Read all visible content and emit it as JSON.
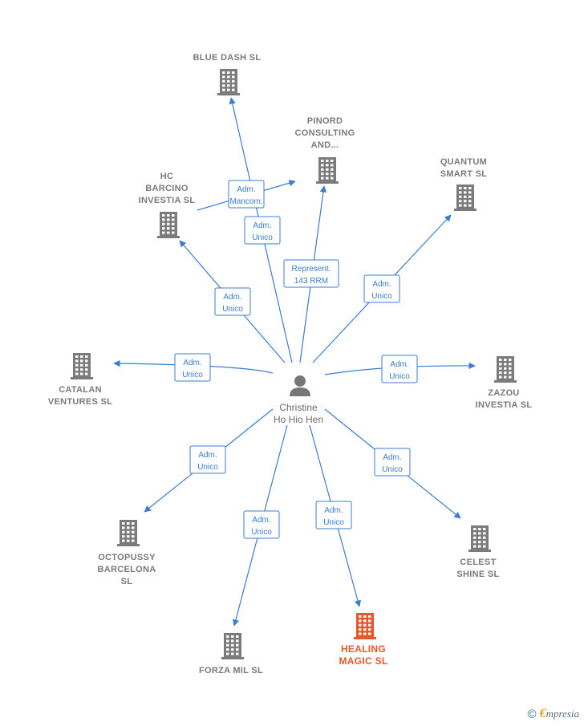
{
  "colors": {
    "edge": "#3a7dd0",
    "building": "#7b7b7b",
    "highlight": "#e8572a",
    "person": "#777777"
  },
  "center": {
    "lines": [
      "Christine",
      "Ho Hio Hen"
    ]
  },
  "nodes": [
    {
      "id": "blue-dash",
      "lines": [
        "BLUE DASH  SL"
      ],
      "highlight": false
    },
    {
      "id": "pinord",
      "lines": [
        "PINORD",
        "CONSULTING",
        "AND..."
      ],
      "highlight": false
    },
    {
      "id": "quantum",
      "lines": [
        "QUANTUM",
        "SMART  SL"
      ],
      "highlight": false
    },
    {
      "id": "hc-barcino",
      "lines": [
        "HC",
        "BARCINO",
        "INVESTIA  SL"
      ],
      "highlight": false
    },
    {
      "id": "catalan",
      "lines": [
        "CATALAN",
        "VENTURES  SL"
      ],
      "highlight": false
    },
    {
      "id": "zazou",
      "lines": [
        "ZAZOU",
        "INVESTIA  SL"
      ],
      "highlight": false
    },
    {
      "id": "octopussy",
      "lines": [
        "OCTOPUSSY",
        "BARCELONA",
        "SL"
      ],
      "highlight": false
    },
    {
      "id": "celest",
      "lines": [
        "CELEST",
        "SHINE  SL"
      ],
      "highlight": false
    },
    {
      "id": "forza",
      "lines": [
        "FORZA MIL  SL"
      ],
      "highlight": false
    },
    {
      "id": "healing",
      "lines": [
        "HEALING",
        "MAGIC  SL"
      ],
      "highlight": true
    }
  ],
  "relations": [
    {
      "id": "rel-blue-dash",
      "lines": [
        "Adm.",
        "Unico"
      ]
    },
    {
      "id": "rel-hc-pinord",
      "lines": [
        "Adm.",
        "Mancom."
      ]
    },
    {
      "id": "rel-pinord",
      "lines": [
        "Represent.",
        "143 RRM"
      ]
    },
    {
      "id": "rel-quantum",
      "lines": [
        "Adm.",
        "Unico"
      ]
    },
    {
      "id": "rel-hc",
      "lines": [
        "Adm.",
        "Unico"
      ]
    },
    {
      "id": "rel-catalan",
      "lines": [
        "Adm.",
        "Unico"
      ]
    },
    {
      "id": "rel-zazou",
      "lines": [
        "Adm.",
        "Unico"
      ]
    },
    {
      "id": "rel-octopussy",
      "lines": [
        "Adm.",
        "Unico"
      ]
    },
    {
      "id": "rel-celest",
      "lines": [
        "Adm.",
        "Unico"
      ]
    },
    {
      "id": "rel-forza",
      "lines": [
        "Adm.",
        "Unico"
      ]
    },
    {
      "id": "rel-healing",
      "lines": [
        "Adm.",
        "Unico"
      ]
    }
  ],
  "footer": {
    "copyright": "©",
    "brand_initial": "€",
    "brand_rest": "mpresia"
  }
}
